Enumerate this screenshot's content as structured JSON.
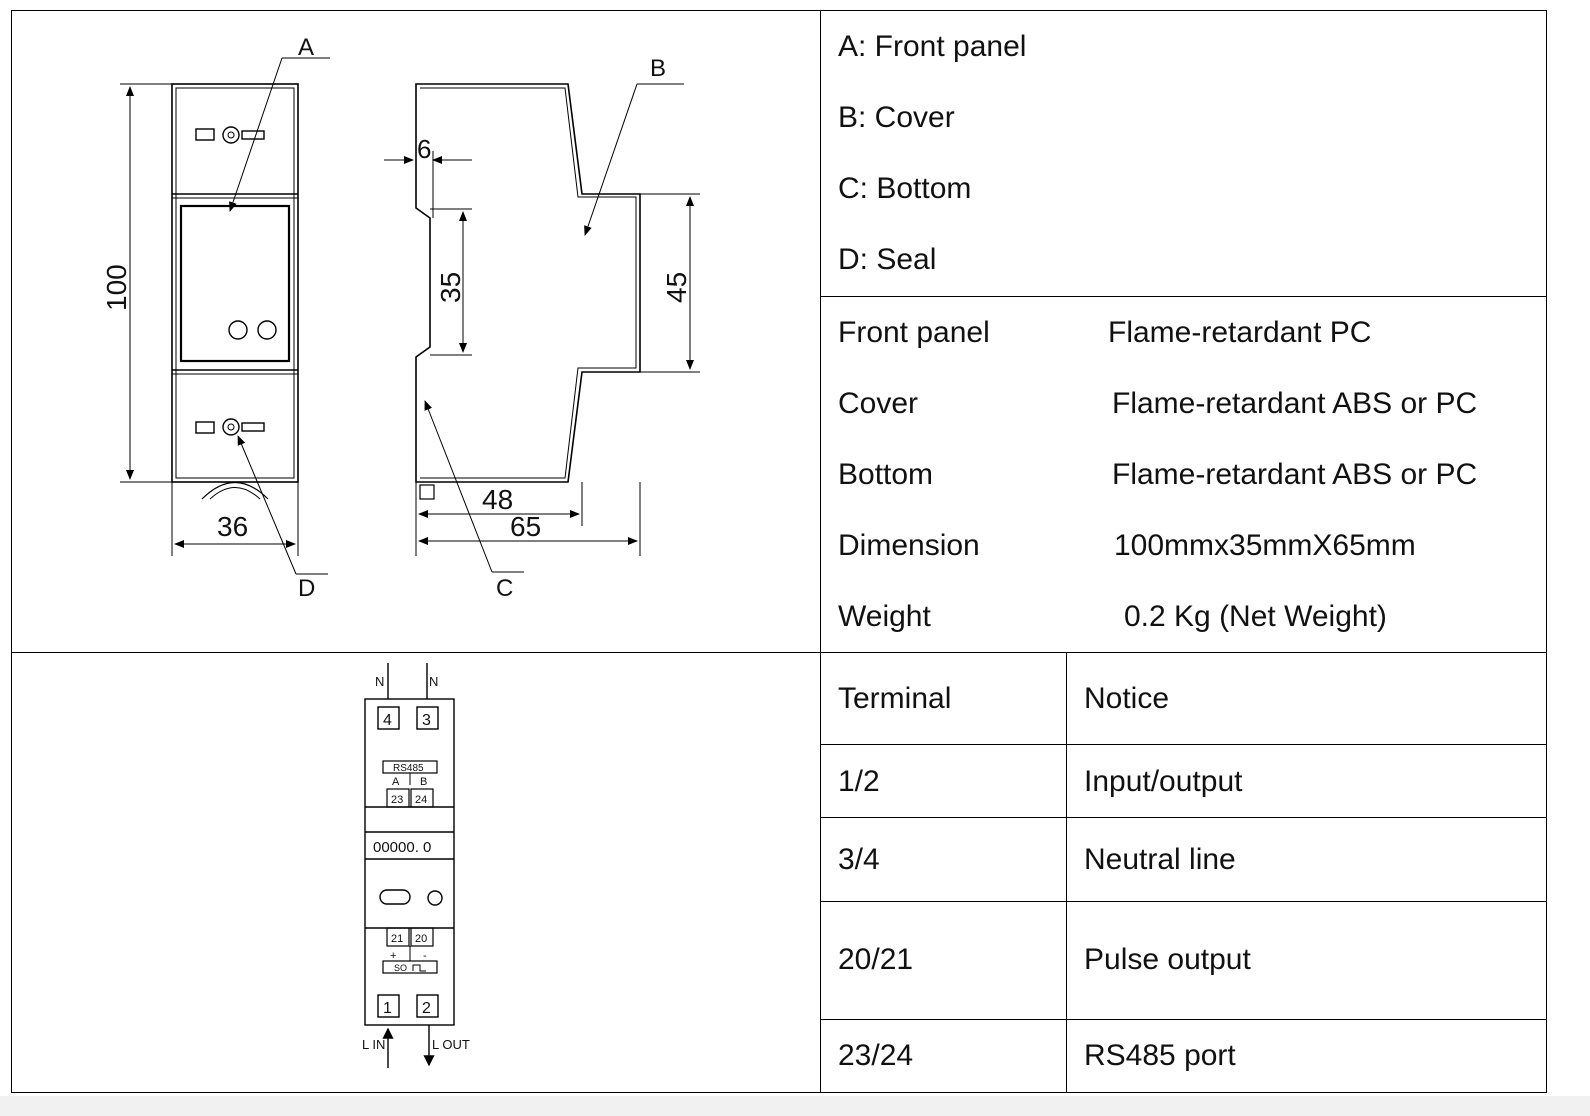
{
  "legend": [
    {
      "key": "A",
      "text": "A: Front panel"
    },
    {
      "key": "B",
      "text": "B: Cover"
    },
    {
      "key": "C",
      "text": "C: Bottom"
    },
    {
      "key": "D",
      "text": "D: Seal"
    }
  ],
  "materials": [
    {
      "part": "Front panel",
      "value": "Flame-retardant PC"
    },
    {
      "part": "Cover",
      "value": "Flame-retardant ABS or PC"
    },
    {
      "part": "Bottom",
      "value": "Flame-retardant ABS or PC"
    },
    {
      "part": "Dimension",
      "value": "100mmx35mmX65mm"
    },
    {
      "part": "Weight",
      "value": "0.2 Kg (Net Weight)"
    }
  ],
  "terminals": {
    "headers": [
      "Terminal",
      "Notice"
    ],
    "rows": [
      {
        "terminal": "1/2",
        "notice": "Input/output"
      },
      {
        "terminal": "3/4",
        "notice": "Neutral line"
      },
      {
        "terminal": "20/21",
        "notice": "Pulse output"
      },
      {
        "terminal": "23/24",
        "notice": "RS485 port"
      }
    ]
  },
  "drawing": {
    "callouts": {
      "a": "A",
      "b": "B",
      "c": "C",
      "d": "D"
    },
    "dims": {
      "height": "100",
      "width": "36",
      "clip": "6",
      "rail": "35",
      "depth_inner": "48",
      "depth": "65",
      "step": "45"
    }
  },
  "wiring": {
    "top_labels": [
      "N",
      "N"
    ],
    "top_terminals": [
      "4",
      "3"
    ],
    "rs485": {
      "label": "RS485",
      "a": "A",
      "b": "B",
      "t1": "23",
      "t2": "24"
    },
    "display": "00000. 0",
    "pulse": {
      "t1": "21",
      "t2": "20",
      "plus": "+",
      "minus": "-",
      "label": "SO"
    },
    "bottom_terminals": [
      "1",
      "2"
    ],
    "bottom_labels": [
      "L IN",
      "L OUT"
    ]
  }
}
